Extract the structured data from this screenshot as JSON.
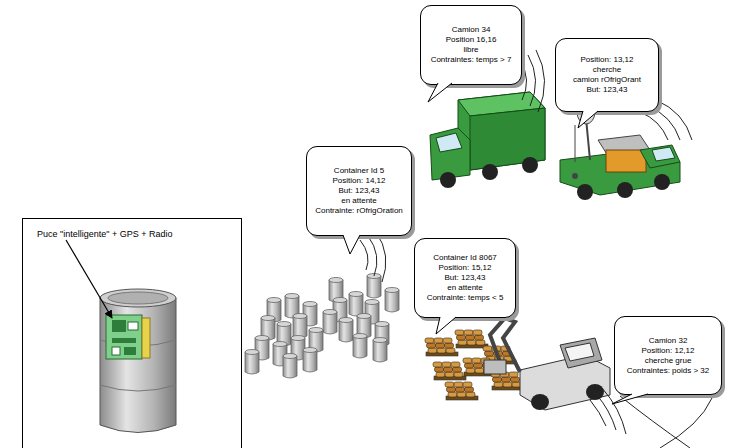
{
  "diagram": {
    "nodes": [
      {
        "text": [
          "Camion 34",
          "Position 16,16",
          "libre",
          "Contraintes: temps > 7"
        ]
      },
      {
        "text": [
          "Position: 13,12",
          "cherche",
          "camion rOfrigOrant",
          "But: 123,43"
        ]
      },
      {
        "text": [
          "Container Id 5",
          "Position: 14,12",
          "But: 123,43",
          "en attente",
          "Contrainte: rOfrigOration"
        ]
      },
      {
        "text": [
          "Puce \"intelligente\" + GPS + Radio"
        ]
      },
      {
        "text": [
          "Container Id 8067",
          "Position: 15,12",
          "But: 123,43",
          "en attente",
          "Contrainte: temps < 5"
        ]
      },
      {
        "text": [
          "Camion 32",
          "Position: 12,12",
          "cherche  grue",
          "Contraintes: poids > 32"
        ]
      }
    ]
  }
}
